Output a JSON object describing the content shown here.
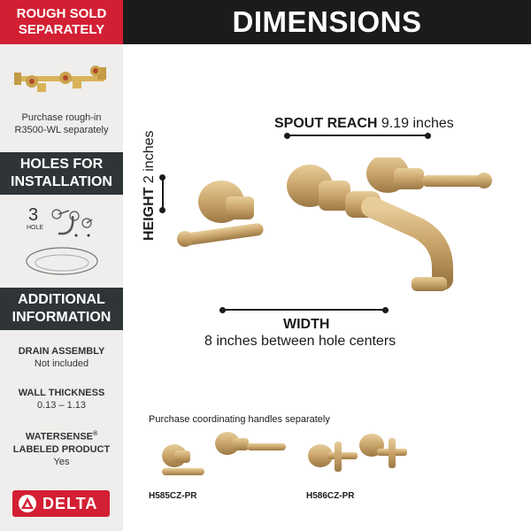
{
  "sidebar": {
    "rough_header_line1": "ROUGH SOLD",
    "rough_header_line2": "SEPARATELY",
    "rough_text_line1": "Purchase rough-in",
    "rough_text_line2": "R3500-WL separately",
    "holes_header_line1": "HOLES FOR",
    "holes_header_line2": "INSTALLATION",
    "holes_count": "3",
    "holes_word": "HOLE",
    "info_header_line1": "ADDITIONAL",
    "info_header_line2": "INFORMATION",
    "drain_label": "DRAIN ASSEMBLY",
    "drain_value": "Not included",
    "wall_label": "WALL THICKNESS",
    "wall_value": "0.13 – 1.13",
    "watersense_line1": "WATERSENSE",
    "watersense_reg": "®",
    "watersense_line2": "LABELED PRODUCT",
    "watersense_value": "Yes",
    "brand": "DELTA"
  },
  "header": {
    "title": "DIMENSIONS"
  },
  "dimensions": {
    "spout_label": "SPOUT REACH",
    "spout_value": "9.19 inches",
    "height_label": "HEIGHT",
    "height_value": "2 inches",
    "width_label": "WIDTH",
    "width_value": "8 inches between hole centers"
  },
  "handles": {
    "caption": "Purchase coordinating handles separately",
    "model_a": "H585CZ-PR",
    "model_b": "H586CZ-PR"
  },
  "colors": {
    "brand_red": "#d31f33",
    "dark_band": "#2f3437",
    "gold": "#c9a46a"
  }
}
